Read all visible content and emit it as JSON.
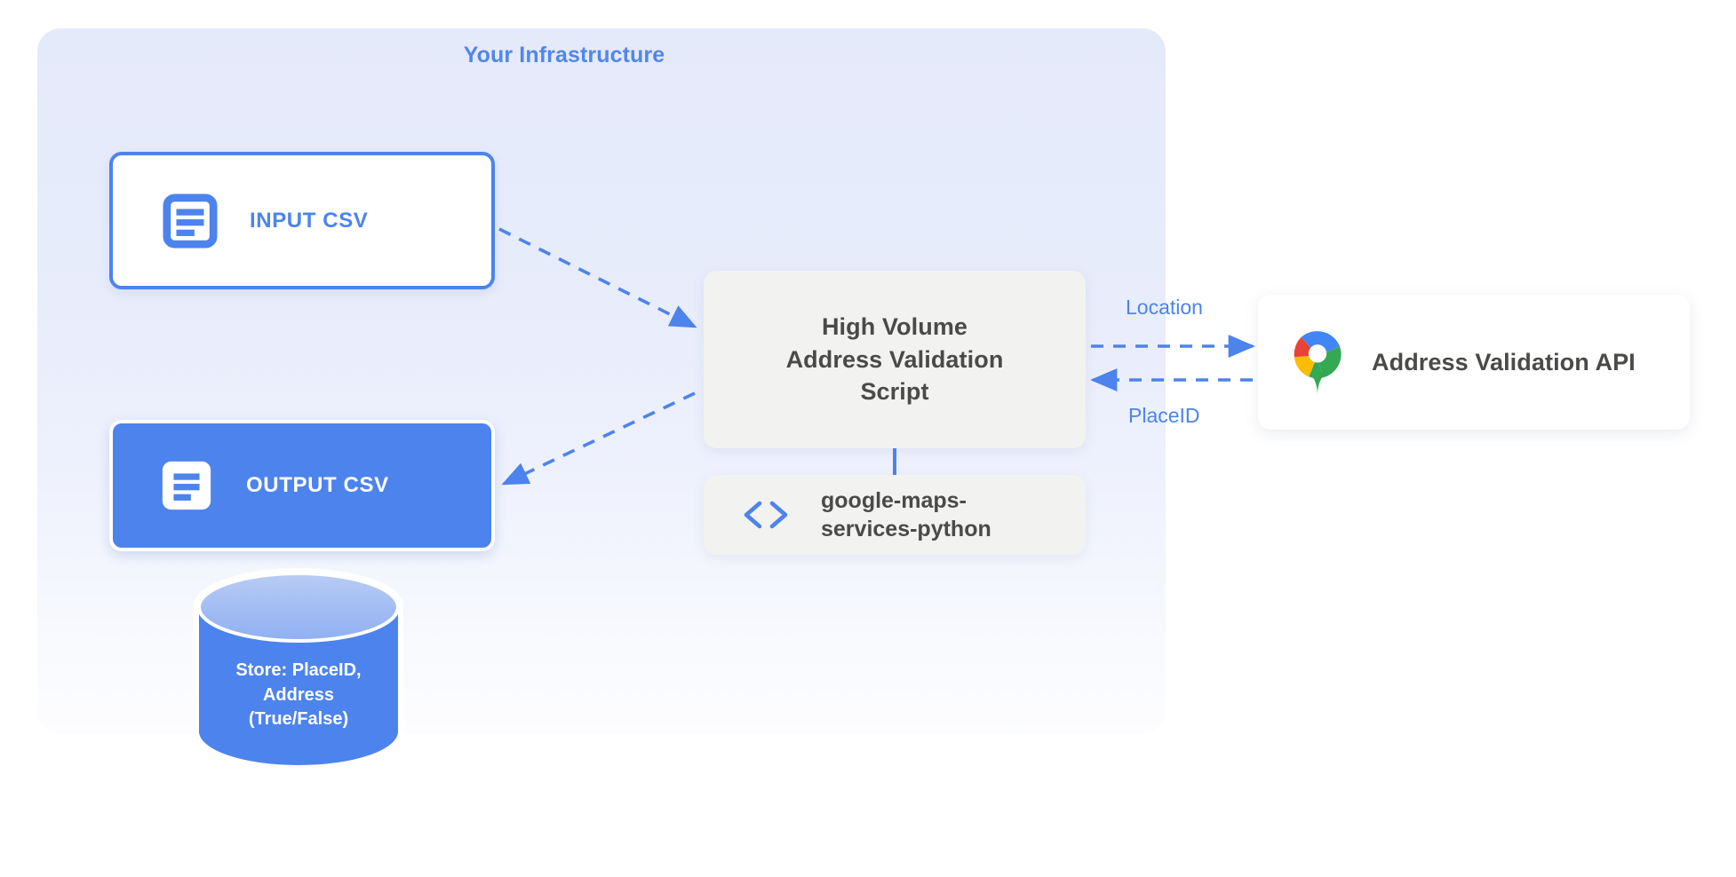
{
  "diagram": {
    "title": "Your Infrastructure",
    "accent_blue": "#4d83ec",
    "panel_bg_top": "#e5eafb",
    "panel_bg_bottom": "#fdfdff",
    "node_gray": "#f2f2f0",
    "text_dark": "#4a4a48"
  },
  "nodes": {
    "input_csv": {
      "label": "INPUT CSV",
      "icon": "document-icon"
    },
    "output_csv": {
      "label": "OUTPUT CSV",
      "icon": "document-icon"
    },
    "script": {
      "line1": "High Volume",
      "line2": "Address Validation",
      "line3": "Script"
    },
    "library": {
      "line1": "google-maps-",
      "line2": "services-python",
      "icon": "code-brackets-icon"
    },
    "api": {
      "label": "Address Validation API",
      "icon": "google-maps-pin-icon"
    },
    "database": {
      "line1": "Store: PlaceID,",
      "line2": "Address",
      "line3": "(True/False)",
      "icon": "database-cylinder-icon"
    }
  },
  "edges": {
    "input_to_script": {
      "label": "",
      "style": "dashed",
      "direction": "to-script"
    },
    "script_to_output": {
      "label": "",
      "style": "dashed",
      "direction": "to-output"
    },
    "script_to_api": {
      "label": "Location",
      "style": "dashed",
      "direction": "right"
    },
    "api_to_script": {
      "label": "PlaceID",
      "style": "dashed",
      "direction": "left"
    },
    "script_to_library": {
      "label": "",
      "style": "solid",
      "direction": "down"
    }
  }
}
